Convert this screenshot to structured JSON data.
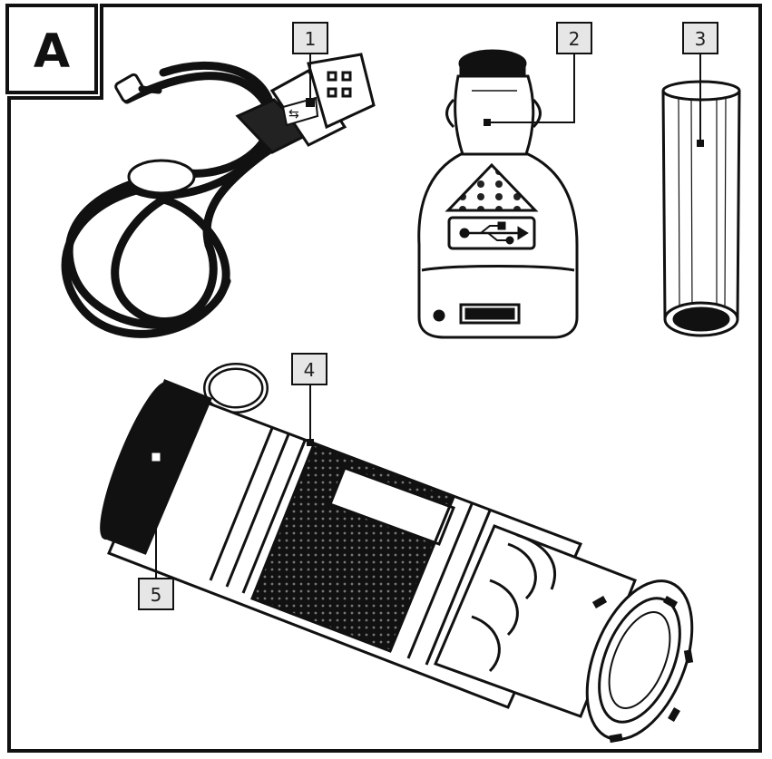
{
  "panel": {
    "letter": "A"
  },
  "callouts": [
    {
      "id": "1",
      "label": "1",
      "part": "usb-cable"
    },
    {
      "id": "2",
      "label": "2",
      "part": "car-charger"
    },
    {
      "id": "3",
      "label": "3",
      "part": "battery"
    },
    {
      "id": "4",
      "label": "4",
      "part": "flashlight-body"
    },
    {
      "id": "5",
      "label": "5",
      "part": "end-cap"
    }
  ],
  "colors": {
    "ink": "#111111",
    "callout_fill": "#e6e6e6",
    "background": "#ffffff"
  }
}
